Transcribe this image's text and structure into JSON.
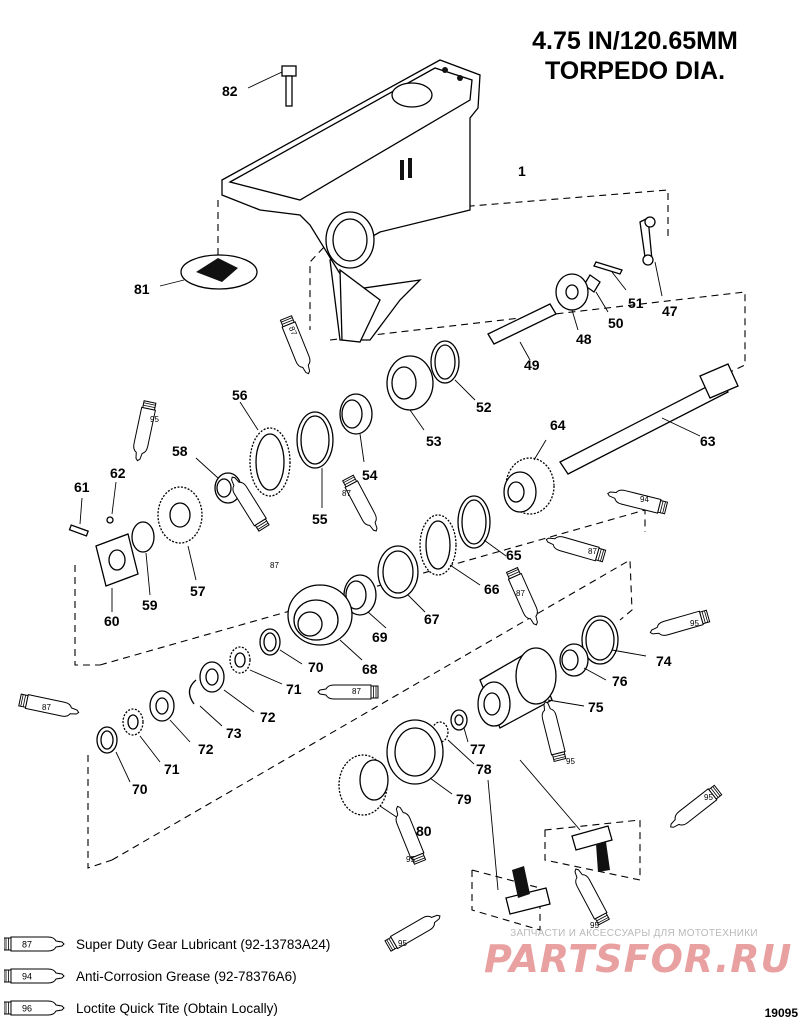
{
  "title": {
    "line1": "4.75 IN/120.65MM",
    "line2": "TORPEDO DIA."
  },
  "callouts": [
    "82",
    "1",
    "81",
    "47",
    "51",
    "50",
    "48",
    "49",
    "87",
    "52",
    "53",
    "54",
    "56",
    "95",
    "58",
    "62",
    "61",
    "57",
    "55",
    "87",
    "64",
    "63",
    "94",
    "65",
    "87",
    "60",
    "59",
    "87",
    "66",
    "67",
    "69",
    "87",
    "95",
    "74",
    "76",
    "68",
    "70",
    "71",
    "87",
    "72",
    "75",
    "87",
    "73",
    "72",
    "77",
    "95",
    "71",
    "70",
    "78",
    "79",
    "80",
    "95",
    "95",
    "95",
    "95"
  ],
  "legend": [
    {
      "code": "87",
      "text": "Super Duty Gear Lubricant (92-13783A24)"
    },
    {
      "code": "94",
      "text": "Anti-Corrosion Grease (92-78376A6)"
    },
    {
      "code": "96",
      "text": "Loctite Quick Tite (Obtain Locally)"
    }
  ],
  "watermark": {
    "tagline": "ЗАПЧАСТИ И АКСЕССУАРЫ ДЛЯ МОТОТЕХНИКИ",
    "logo": "PARTSFOR.RU"
  },
  "drawing_id": "19095"
}
